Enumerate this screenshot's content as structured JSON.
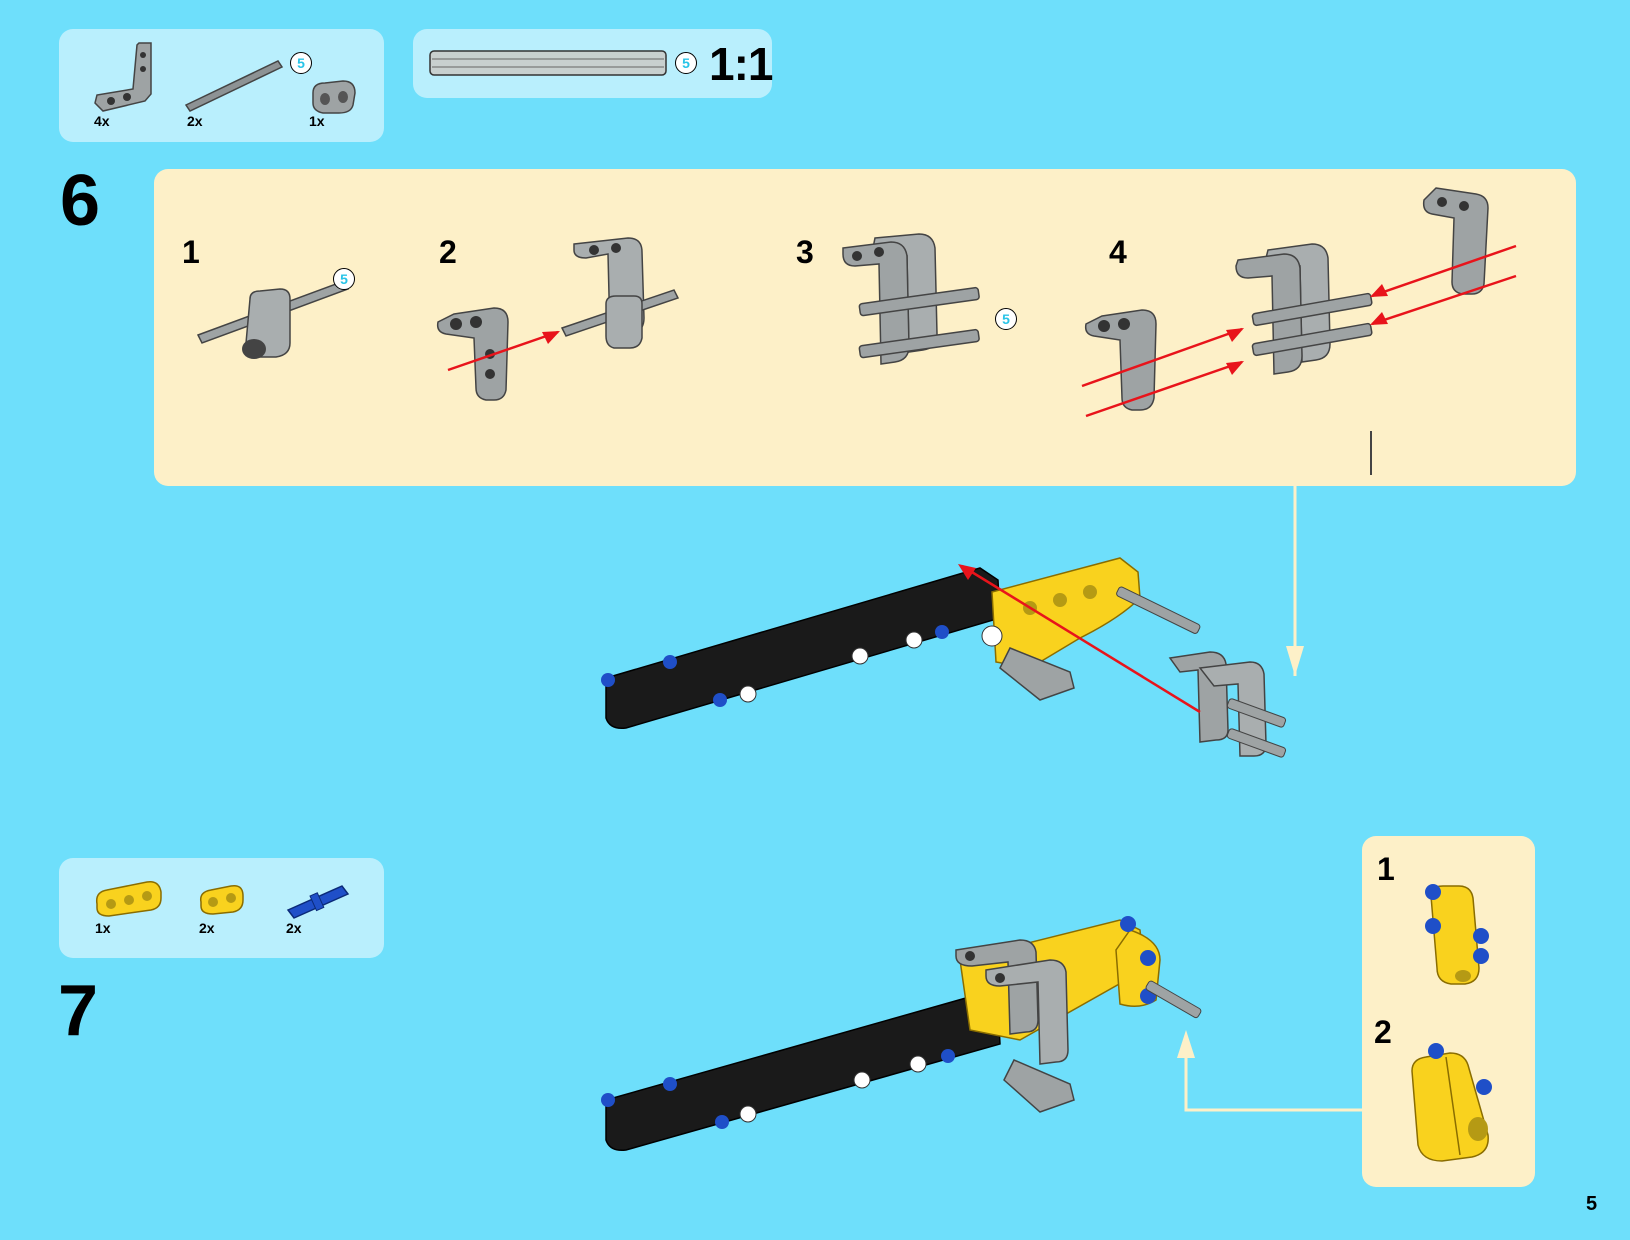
{
  "page": {
    "number": "5",
    "colors": {
      "background": "#6EDFFB",
      "parts_panel": "#B9EFFD",
      "substep_panel": "#FDF0C8",
      "arrow_red": "#E8141B",
      "callout_line": "#FDF0C8",
      "part_gray": "#9EA3A4",
      "part_yellow": "#F9D21E",
      "part_blue": "#1F4FC8",
      "part_black": "#1A1A1A"
    }
  },
  "step6": {
    "number": "6",
    "parts_list": [
      {
        "icon": "gray-l-beam-icon",
        "qty": "4x"
      },
      {
        "icon": "gray-axle-5-icon",
        "qty": "2x",
        "length": "5"
      },
      {
        "icon": "gray-connector-icon",
        "qty": "1x"
      }
    ],
    "ruler": {
      "length": "5",
      "scale": "1:1"
    },
    "substeps": [
      {
        "number": "1",
        "length_callout": "5"
      },
      {
        "number": "2"
      },
      {
        "number": "3",
        "length_callout": "5"
      },
      {
        "number": "4"
      }
    ]
  },
  "step7": {
    "number": "7",
    "parts_list": [
      {
        "icon": "yellow-beam-3-icon",
        "qty": "1x"
      },
      {
        "icon": "yellow-beam-2-icon",
        "qty": "2x"
      },
      {
        "icon": "blue-pin-icon",
        "qty": "2x"
      }
    ],
    "substeps": [
      {
        "number": "1"
      },
      {
        "number": "2"
      }
    ]
  }
}
